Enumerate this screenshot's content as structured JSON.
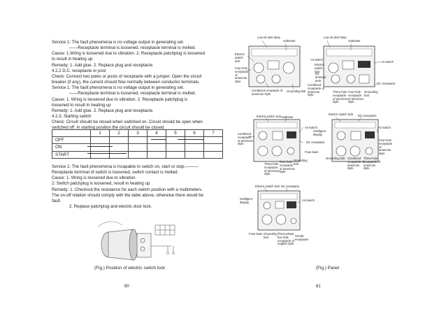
{
  "left_page": {
    "lines": [
      "Service 1: The fault phenomena is no voltage output in generating set.",
      "——Receptacle terminal is loosened, receptacle terminal is melted.",
      "Cause: 1.Wring is loosened due to vibration. 2. Receptacle patchplug is loosened",
      "to result in heating up",
      "Remedy: 1. Add glue.  2. Replace plug and receptacle.",
      "4.2.2 D.C. receptacle or post",
      "Check: Connect two poles or posts of receptacle with a jumper. Open the circuit",
      " breaker (if any), the current should flow normally between conductor terminals.",
      "Service 1: The fault phenomena is no voltage output in generating set.",
      "——Receptacle terminal is loosened, receptacle terminal is melted.",
      "Cause:  1.  Wring  is  loosened  due  to  vibration.     2.  Receptacle  patchplug  is",
      "loosened to result in heating up",
      "Remedy: 1. Add glue.  2. Replace plug and receptacle.",
      "4.2.3. Starting switch",
      "Check: Circuit should be closed when switched on. Circuit should be open when",
      "switched off. In starting position the circuit should be closed."
    ],
    "table": {
      "header": [
        "",
        "1",
        "2",
        "3",
        "4",
        "5",
        "6",
        "7"
      ],
      "rows": [
        "OFF",
        "ON",
        "START"
      ]
    },
    "lines2": [
      "Service 1: The fault phenomena is incapable to switch on, start or stop.———",
      "Receptacle terminal of switch is loosened, switch contact is melted.",
      "Cause: 1. Wring is loosened due to vibration.",
      "        2. Switch patchplug is loosened, result in heating up",
      "Remedy: 1. Checkout the resistance for each switch position with a multimeters.",
      "The on-off relation should comply with the table above, otherwise there would be",
      "fault.",
      "2. Replace patchplug and electric door lock."
    ],
    "caption": "(Fig.)   Position of electric switch lock",
    "page_number": "60"
  },
  "right_page": {
    "caption": "(Fig.)   Panel",
    "page_number": "61",
    "labels": {
      "p1": [
        "Low-oil alert lamp",
        "Voltmeter",
        "Electric switch lock",
        "Four-hole receptacle of american style",
        "Combined receptacle of american style",
        "Grounding bolt"
      ],
      "p2": [
        "Low oil alert lamp",
        "Voltmeter",
        "Air switch",
        "Electric switch lock",
        "DC terminal post",
        "Combined receptacle of american style",
        "Three-hole receptacle of american style",
        "Four-hole receptacle of american style",
        "Grounding bolt",
        "Air switch",
        "DC receptacle"
      ],
      "p3": [
        "Electric switch lock",
        "Voltmeter",
        "Combined receptacle of american style",
        "Air switch",
        "Intelligent display",
        "DC receptacle",
        "Fuse base",
        "Three-hole receptacle of american style",
        "Four-hole receptacle of american style",
        "Grounding bolt"
      ],
      "p4": [
        "Electric switch lock",
        "DC receptacle",
        "Air switch",
        "Four-hole receptacle of american style",
        "Grounding bolt",
        "Combined receptacle of american style",
        "Three-hole receptacle of american style"
      ],
      "p5": [
        "Electric switch lock",
        "DC receptacle",
        "Intelligent display",
        "Air switch",
        "Fuse base",
        "Grounding bolt",
        "Three-phase five-hole receptacle of english style",
        "Honda receptacle"
      ]
    }
  }
}
